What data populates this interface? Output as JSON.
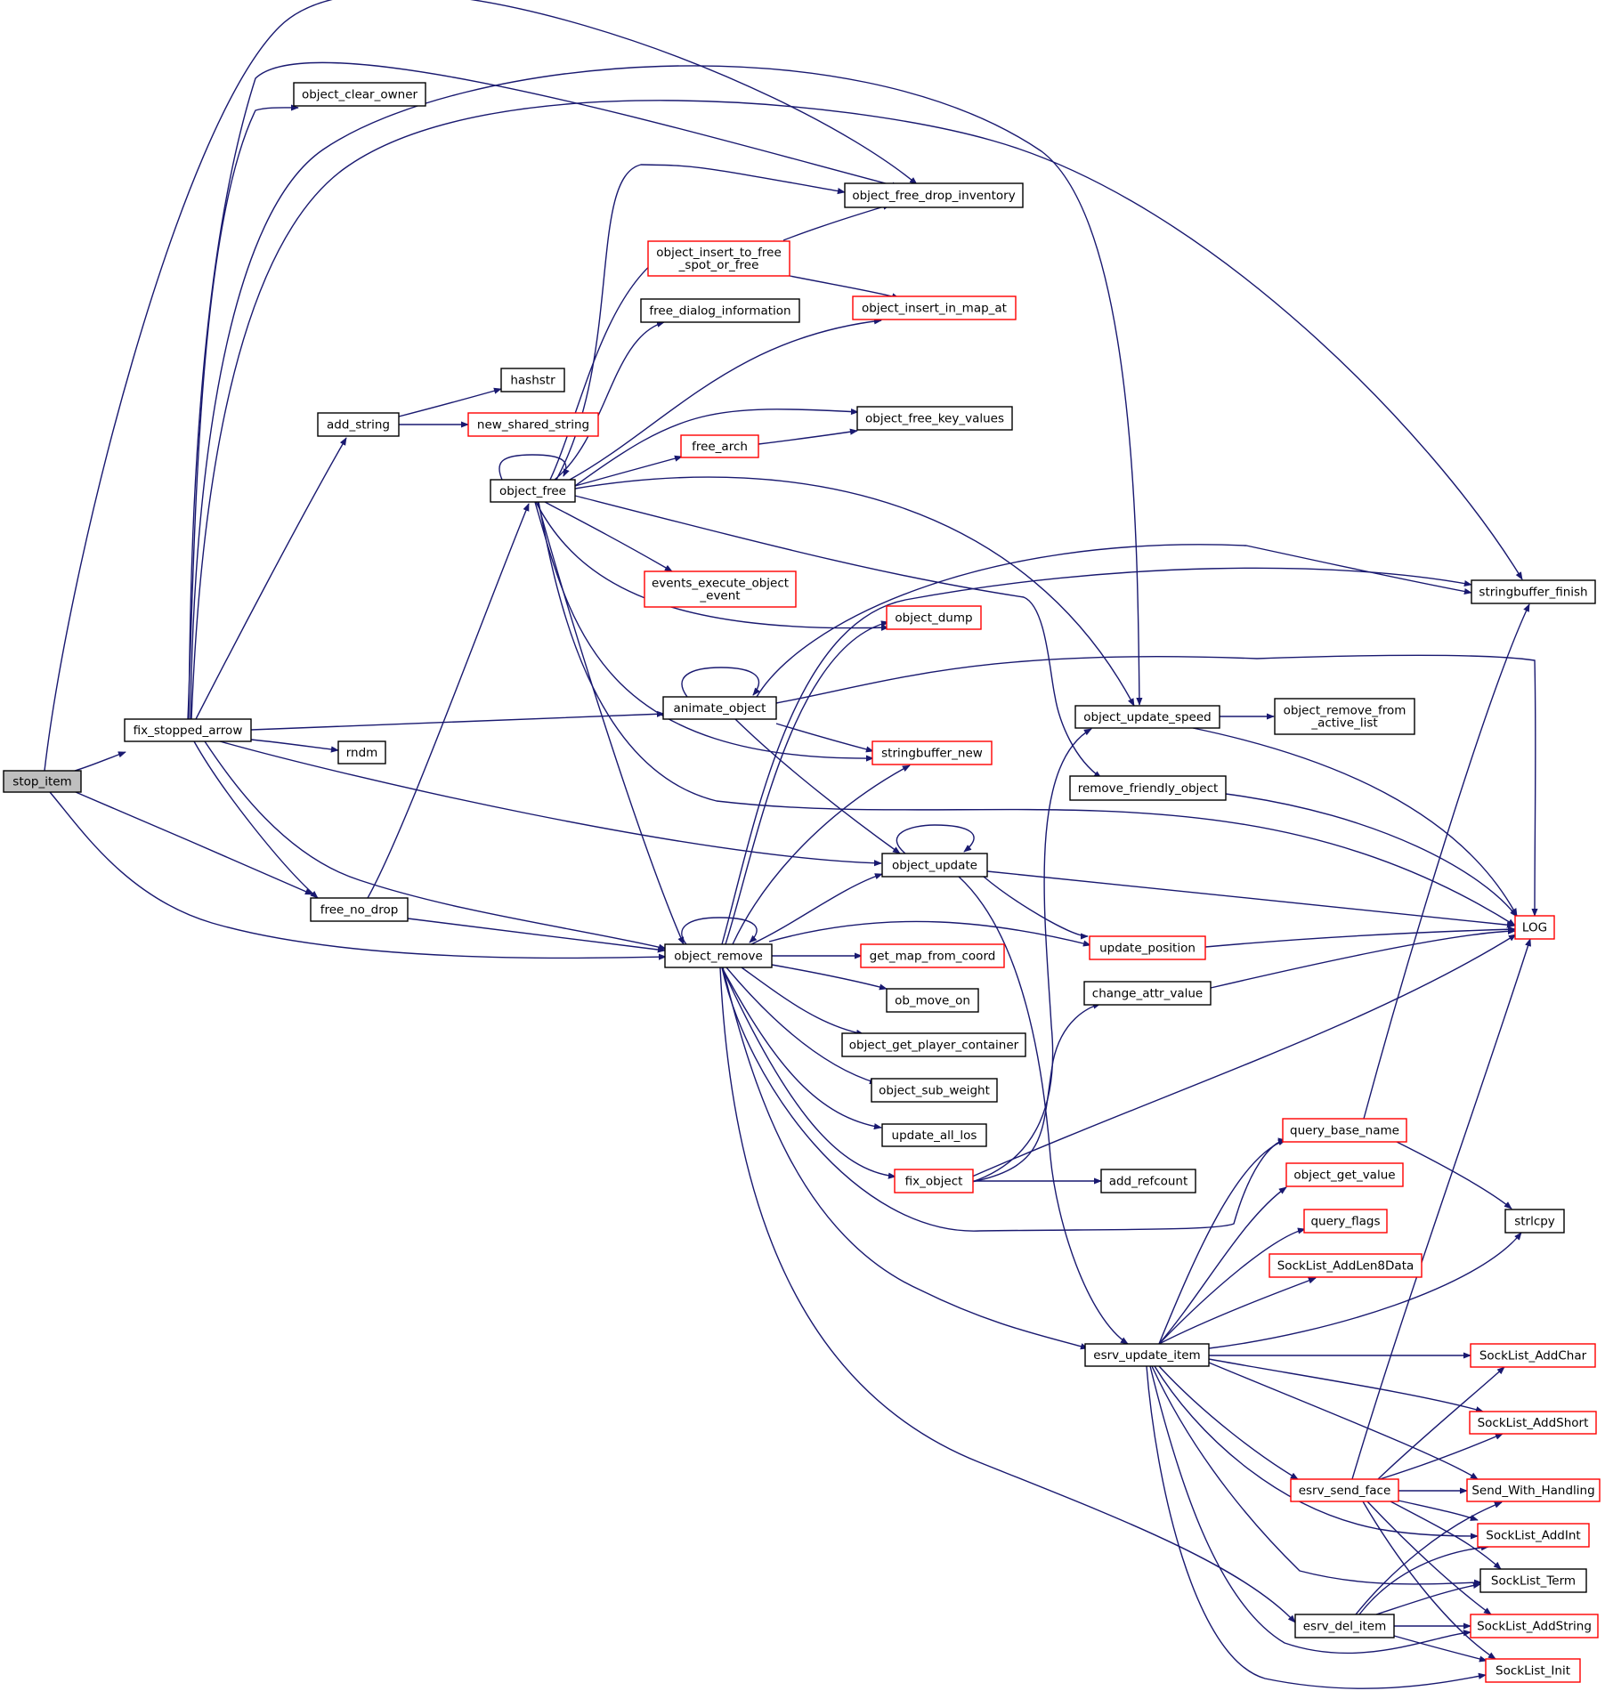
{
  "graph": {
    "root": "stop_item",
    "colors": {
      "edge": "#191970",
      "node_border_default": "#000000",
      "node_border_truncated": "#ff0000",
      "root_fill": "#bfbfbf",
      "node_fill": "#ffffff"
    },
    "nodes": [
      {
        "id": "stop_item",
        "lines": [
          "stop_item"
        ],
        "style": "root"
      },
      {
        "id": "fix_stopped_arrow",
        "lines": [
          "fix_stopped_arrow"
        ],
        "style": "normal"
      },
      {
        "id": "object_clear_owner",
        "lines": [
          "object_clear_owner"
        ],
        "style": "normal"
      },
      {
        "id": "add_string",
        "lines": [
          "add_string"
        ],
        "style": "normal"
      },
      {
        "id": "hashstr",
        "lines": [
          "hashstr"
        ],
        "style": "normal"
      },
      {
        "id": "new_shared_string",
        "lines": [
          "new_shared_string"
        ],
        "style": "truncated"
      },
      {
        "id": "rndm",
        "lines": [
          "rndm"
        ],
        "style": "normal"
      },
      {
        "id": "free_no_drop",
        "lines": [
          "free_no_drop"
        ],
        "style": "normal"
      },
      {
        "id": "object_free",
        "lines": [
          "object_free"
        ],
        "style": "normal"
      },
      {
        "id": "object_insert_to_free_spot_or_free",
        "lines": [
          "object_insert_to_free",
          "_spot_or_free"
        ],
        "style": "truncated"
      },
      {
        "id": "free_dialog_information",
        "lines": [
          "free_dialog_information"
        ],
        "style": "normal"
      },
      {
        "id": "free_arch",
        "lines": [
          "free_arch"
        ],
        "style": "truncated"
      },
      {
        "id": "events_execute_object_event",
        "lines": [
          "events_execute_object",
          "_event"
        ],
        "style": "truncated"
      },
      {
        "id": "object_free_drop_inventory",
        "lines": [
          "object_free_drop_inventory"
        ],
        "style": "normal"
      },
      {
        "id": "object_insert_in_map_at",
        "lines": [
          "object_insert_in_map_at"
        ],
        "style": "truncated"
      },
      {
        "id": "object_free_key_values",
        "lines": [
          "object_free_key_values"
        ],
        "style": "normal"
      },
      {
        "id": "object_dump",
        "lines": [
          "object_dump"
        ],
        "style": "truncated"
      },
      {
        "id": "animate_object",
        "lines": [
          "animate_object"
        ],
        "style": "normal"
      },
      {
        "id": "stringbuffer_new",
        "lines": [
          "stringbuffer_new"
        ],
        "style": "truncated"
      },
      {
        "id": "object_update",
        "lines": [
          "object_update"
        ],
        "style": "normal"
      },
      {
        "id": "object_remove",
        "lines": [
          "object_remove"
        ],
        "style": "normal"
      },
      {
        "id": "get_map_from_coord",
        "lines": [
          "get_map_from_coord"
        ],
        "style": "truncated"
      },
      {
        "id": "ob_move_on",
        "lines": [
          "ob_move_on"
        ],
        "style": "normal"
      },
      {
        "id": "object_get_player_container",
        "lines": [
          "object_get_player_container"
        ],
        "style": "normal"
      },
      {
        "id": "object_sub_weight",
        "lines": [
          "object_sub_weight"
        ],
        "style": "normal"
      },
      {
        "id": "update_all_los",
        "lines": [
          "update_all_los"
        ],
        "style": "normal"
      },
      {
        "id": "fix_object",
        "lines": [
          "fix_object"
        ],
        "style": "truncated"
      },
      {
        "id": "add_refcount",
        "lines": [
          "add_refcount"
        ],
        "style": "normal"
      },
      {
        "id": "object_update_speed",
        "lines": [
          "object_update_speed"
        ],
        "style": "normal"
      },
      {
        "id": "object_remove_from_active_list",
        "lines": [
          "object_remove_from",
          "_active_list"
        ],
        "style": "normal"
      },
      {
        "id": "remove_friendly_object",
        "lines": [
          "remove_friendly_object"
        ],
        "style": "normal"
      },
      {
        "id": "update_position",
        "lines": [
          "update_position"
        ],
        "style": "truncated"
      },
      {
        "id": "change_attr_value",
        "lines": [
          "change_attr_value"
        ],
        "style": "normal"
      },
      {
        "id": "stringbuffer_finish",
        "lines": [
          "stringbuffer_finish"
        ],
        "style": "normal"
      },
      {
        "id": "LOG",
        "lines": [
          "LOG"
        ],
        "style": "truncated"
      },
      {
        "id": "query_base_name",
        "lines": [
          "query_base_name"
        ],
        "style": "truncated"
      },
      {
        "id": "object_get_value",
        "lines": [
          "object_get_value"
        ],
        "style": "truncated"
      },
      {
        "id": "query_flags",
        "lines": [
          "query_flags"
        ],
        "style": "truncated"
      },
      {
        "id": "SockList_AddLen8Data",
        "lines": [
          "SockList_AddLen8Data"
        ],
        "style": "truncated"
      },
      {
        "id": "strlcpy",
        "lines": [
          "strlcpy"
        ],
        "style": "normal"
      },
      {
        "id": "esrv_update_item",
        "lines": [
          "esrv_update_item"
        ],
        "style": "normal"
      },
      {
        "id": "SockList_AddChar",
        "lines": [
          "SockList_AddChar"
        ],
        "style": "truncated"
      },
      {
        "id": "SockList_AddShort",
        "lines": [
          "SockList_AddShort"
        ],
        "style": "truncated"
      },
      {
        "id": "esrv_send_face",
        "lines": [
          "esrv_send_face"
        ],
        "style": "truncated"
      },
      {
        "id": "Send_With_Handling",
        "lines": [
          "Send_With_Handling"
        ],
        "style": "truncated"
      },
      {
        "id": "SockList_AddInt",
        "lines": [
          "SockList_AddInt"
        ],
        "style": "truncated"
      },
      {
        "id": "SockList_Term",
        "lines": [
          "SockList_Term"
        ],
        "style": "normal"
      },
      {
        "id": "esrv_del_item",
        "lines": [
          "esrv_del_item"
        ],
        "style": "normal"
      },
      {
        "id": "SockList_AddString",
        "lines": [
          "SockList_AddString"
        ],
        "style": "truncated"
      },
      {
        "id": "SockList_Init",
        "lines": [
          "SockList_Init"
        ],
        "style": "truncated"
      }
    ],
    "edges": [
      [
        "stop_item",
        "fix_stopped_arrow"
      ],
      [
        "stop_item",
        "object_free_drop_inventory"
      ],
      [
        "stop_item",
        "free_no_drop"
      ],
      [
        "stop_item",
        "object_remove"
      ],
      [
        "fix_stopped_arrow",
        "object_clear_owner"
      ],
      [
        "fix_stopped_arrow",
        "add_string"
      ],
      [
        "fix_stopped_arrow",
        "object_free_drop_inventory"
      ],
      [
        "fix_stopped_arrow",
        "object_update_speed"
      ],
      [
        "fix_stopped_arrow",
        "stringbuffer_finish"
      ],
      [
        "fix_stopped_arrow",
        "animate_object"
      ],
      [
        "fix_stopped_arrow",
        "rndm"
      ],
      [
        "fix_stopped_arrow",
        "object_update"
      ],
      [
        "fix_stopped_arrow",
        "free_no_drop"
      ],
      [
        "fix_stopped_arrow",
        "object_remove"
      ],
      [
        "add_string",
        "hashstr"
      ],
      [
        "add_string",
        "new_shared_string"
      ],
      [
        "free_no_drop",
        "object_free"
      ],
      [
        "free_no_drop",
        "object_remove"
      ],
      [
        "object_free",
        "object_free"
      ],
      [
        "object_free",
        "object_free_drop_inventory"
      ],
      [
        "object_free",
        "object_insert_to_free_spot_or_free"
      ],
      [
        "object_free",
        "free_dialog_information"
      ],
      [
        "object_free",
        "object_insert_in_map_at"
      ],
      [
        "object_free",
        "object_free_key_values"
      ],
      [
        "object_free",
        "free_arch"
      ],
      [
        "object_free",
        "events_execute_object_event"
      ],
      [
        "object_free",
        "object_dump"
      ],
      [
        "object_free",
        "stringbuffer_new"
      ],
      [
        "object_free",
        "object_update_speed"
      ],
      [
        "object_free",
        "remove_friendly_object"
      ],
      [
        "object_free",
        "LOG"
      ],
      [
        "object_free",
        "object_remove"
      ],
      [
        "object_insert_to_free_spot_or_free",
        "object_free_drop_inventory"
      ],
      [
        "object_insert_to_free_spot_or_free",
        "object_insert_in_map_at"
      ],
      [
        "free_arch",
        "object_free_key_values"
      ],
      [
        "animate_object",
        "animate_object"
      ],
      [
        "animate_object",
        "stringbuffer_finish"
      ],
      [
        "animate_object",
        "LOG"
      ],
      [
        "animate_object",
        "stringbuffer_new"
      ],
      [
        "animate_object",
        "object_update"
      ],
      [
        "object_update",
        "object_update"
      ],
      [
        "object_update",
        "LOG"
      ],
      [
        "object_update",
        "update_position"
      ],
      [
        "object_update",
        "esrv_update_item"
      ],
      [
        "object_remove",
        "object_remove"
      ],
      [
        "object_remove",
        "object_dump"
      ],
      [
        "object_remove",
        "stringbuffer_finish"
      ],
      [
        "object_remove",
        "stringbuffer_new"
      ],
      [
        "object_remove",
        "object_update"
      ],
      [
        "object_remove",
        "update_position"
      ],
      [
        "object_remove",
        "get_map_from_coord"
      ],
      [
        "object_remove",
        "ob_move_on"
      ],
      [
        "object_remove",
        "object_get_player_container"
      ],
      [
        "object_remove",
        "object_sub_weight"
      ],
      [
        "object_remove",
        "update_all_los"
      ],
      [
        "object_remove",
        "fix_object"
      ],
      [
        "object_remove",
        "query_base_name"
      ],
      [
        "object_remove",
        "esrv_update_item"
      ],
      [
        "object_remove",
        "esrv_del_item"
      ],
      [
        "fix_object",
        "object_update_speed"
      ],
      [
        "fix_object",
        "change_attr_value"
      ],
      [
        "fix_object",
        "add_refcount"
      ],
      [
        "fix_object",
        "LOG"
      ],
      [
        "object_update_speed",
        "object_remove_from_active_list"
      ],
      [
        "object_update_speed",
        "LOG"
      ],
      [
        "remove_friendly_object",
        "LOG"
      ],
      [
        "update_position",
        "LOG"
      ],
      [
        "change_attr_value",
        "LOG"
      ],
      [
        "query_base_name",
        "stringbuffer_finish"
      ],
      [
        "query_base_name",
        "strlcpy"
      ],
      [
        "esrv_update_item",
        "query_base_name"
      ],
      [
        "esrv_update_item",
        "object_get_value"
      ],
      [
        "esrv_update_item",
        "query_flags"
      ],
      [
        "esrv_update_item",
        "SockList_AddLen8Data"
      ],
      [
        "esrv_update_item",
        "strlcpy"
      ],
      [
        "esrv_update_item",
        "SockList_AddChar"
      ],
      [
        "esrv_update_item",
        "SockList_AddShort"
      ],
      [
        "esrv_update_item",
        "Send_With_Handling"
      ],
      [
        "esrv_update_item",
        "esrv_send_face"
      ],
      [
        "esrv_update_item",
        "SockList_AddInt"
      ],
      [
        "esrv_update_item",
        "SockList_Term"
      ],
      [
        "esrv_update_item",
        "SockList_AddString"
      ],
      [
        "esrv_update_item",
        "SockList_Init"
      ],
      [
        "esrv_send_face",
        "LOG"
      ],
      [
        "esrv_send_face",
        "SockList_AddChar"
      ],
      [
        "esrv_send_face",
        "SockList_AddShort"
      ],
      [
        "esrv_send_face",
        "Send_With_Handling"
      ],
      [
        "esrv_send_face",
        "SockList_AddInt"
      ],
      [
        "esrv_send_face",
        "SockList_Term"
      ],
      [
        "esrv_send_face",
        "SockList_AddString"
      ],
      [
        "esrv_send_face",
        "SockList_Init"
      ],
      [
        "esrv_del_item",
        "SockList_AddInt"
      ],
      [
        "esrv_del_item",
        "SockList_Term"
      ],
      [
        "esrv_del_item",
        "SockList_AddString"
      ],
      [
        "esrv_del_item",
        "Send_With_Handling"
      ],
      [
        "esrv_del_item",
        "SockList_Init"
      ]
    ]
  }
}
